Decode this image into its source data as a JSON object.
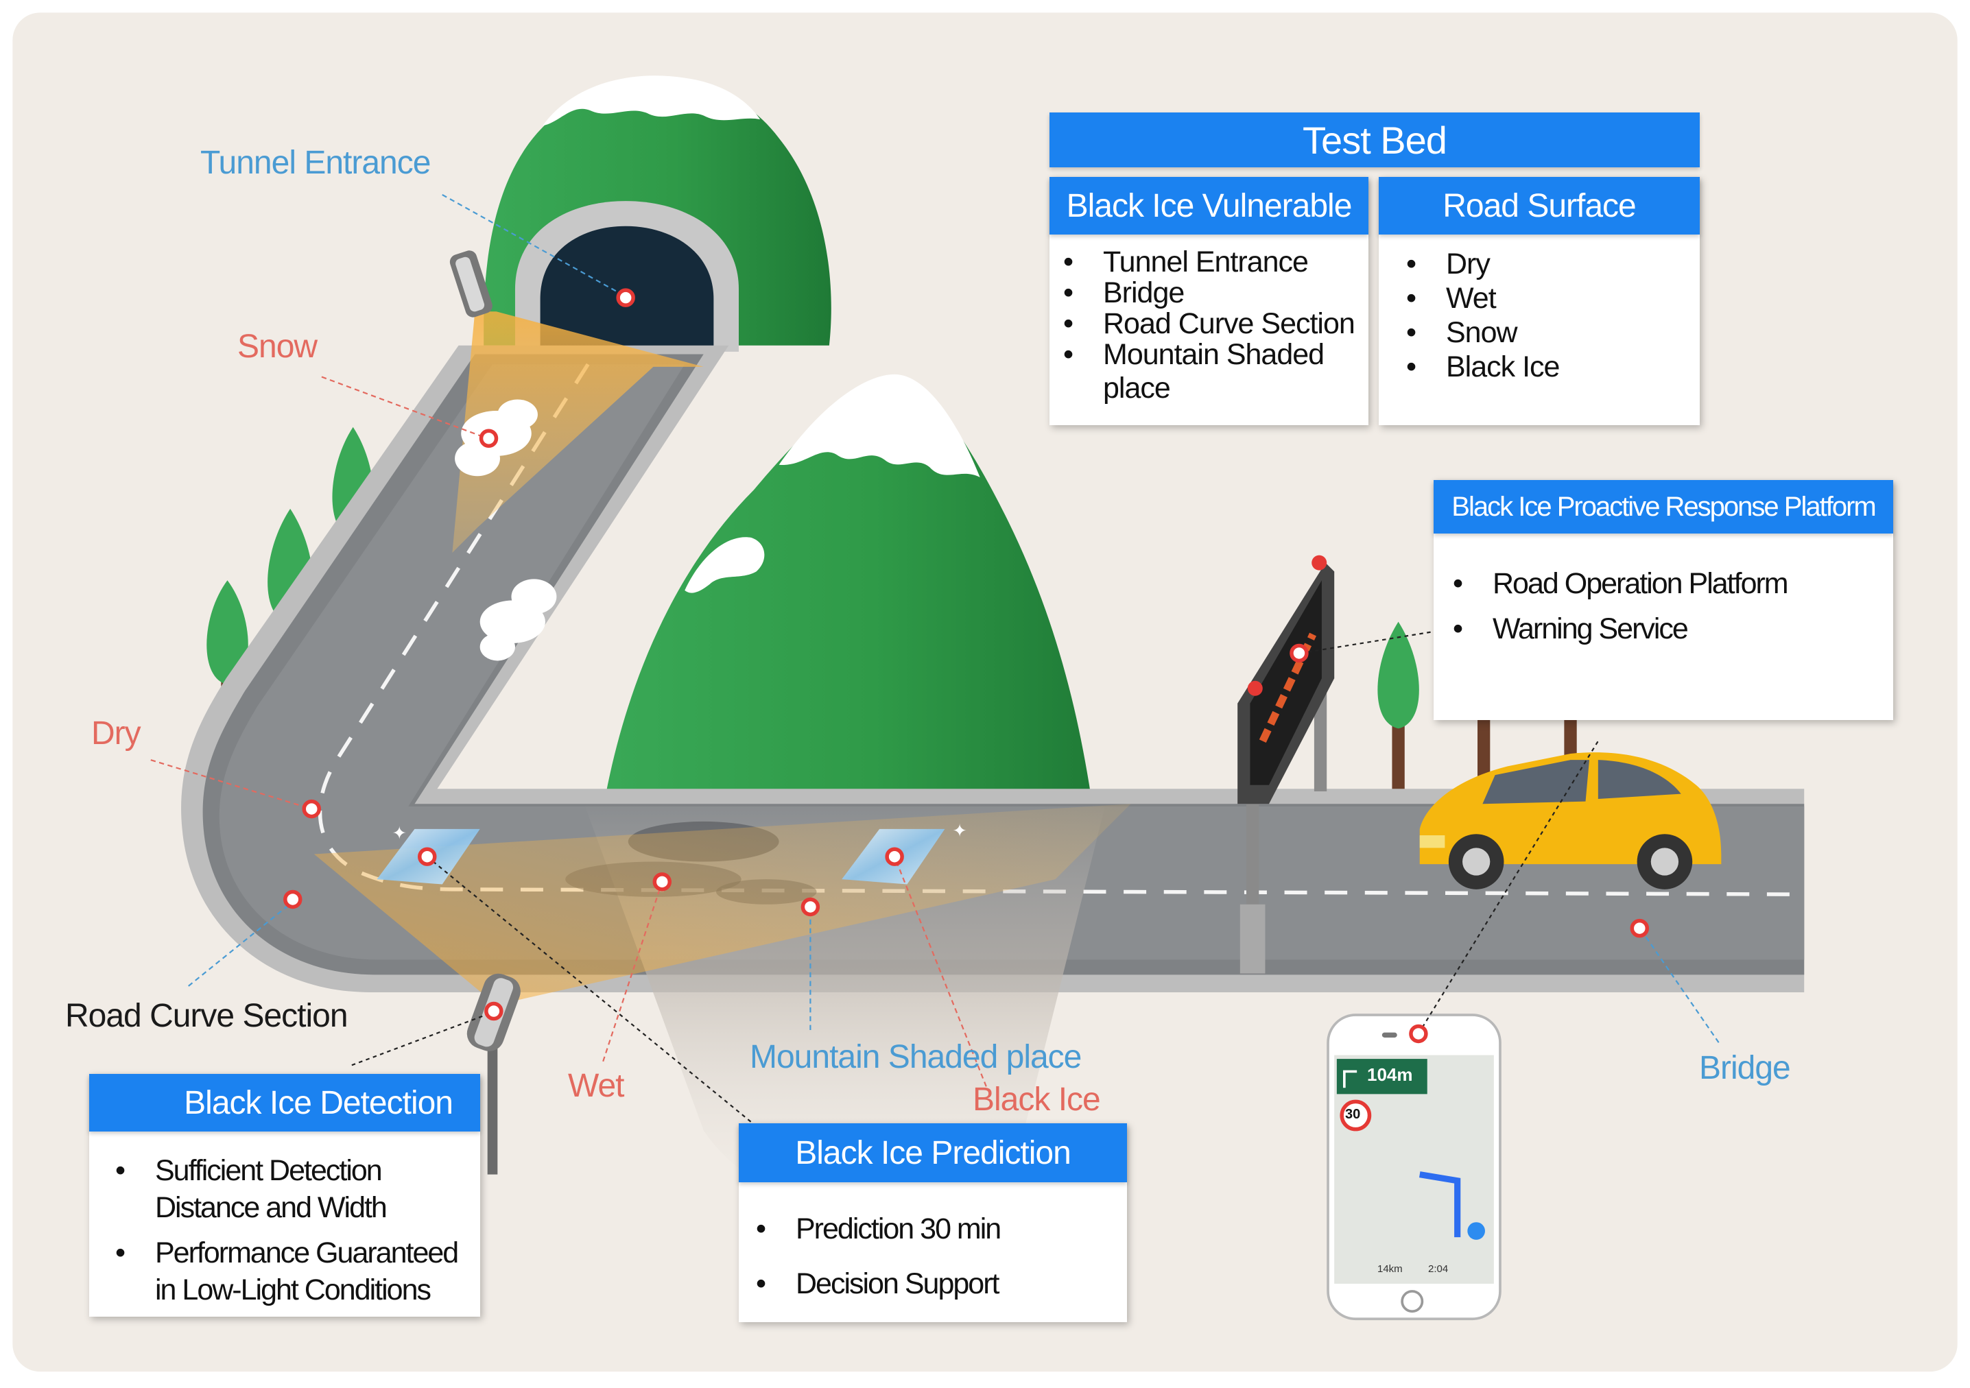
{
  "scene_labels": {
    "tunnel_entrance": "Tunnel Entrance",
    "snow": "Snow",
    "dry": "Dry",
    "road_curve_section": "Road Curve Section",
    "wet": "Wet",
    "mountain_shaded_place": "Mountain Shaded place",
    "black_ice": "Black Ice",
    "bridge": "Bridge"
  },
  "test_bed": {
    "title": "Test Bed",
    "vulnerable": {
      "title": "Black Ice Vulnerable",
      "items": [
        "Tunnel Entrance",
        "Bridge",
        "Road Curve Section",
        "Mountain Shaded",
        "place"
      ]
    },
    "surface": {
      "title": "Road Surface",
      "items": [
        "Dry",
        "Wet",
        "Snow",
        "Black Ice"
      ]
    }
  },
  "platform": {
    "title": "Black Ice Proactive Response Platform",
    "items": [
      "Road Operation Platform",
      "Warning Service"
    ]
  },
  "detection": {
    "title": "Black  Ice Detection",
    "items": [
      "Sufficient Detection",
      "Distance and Width",
      "Performance Guaranteed",
      "in Low-Light Conditions"
    ]
  },
  "prediction": {
    "title": "Black Ice Prediction",
    "items": [
      "Prediction 30 min",
      "Decision Support"
    ]
  },
  "phone": {
    "distance": "104m",
    "speed": "30",
    "remaining": "14km",
    "eta": "2:04"
  },
  "colors": {
    "header_blue": "#1b82f0",
    "label_blue": "#4a9bd3",
    "label_red": "#e36a5f",
    "mountain_green": "#2f9a48",
    "car_yellow": "#f5b70f",
    "background": "#f1ece6"
  }
}
